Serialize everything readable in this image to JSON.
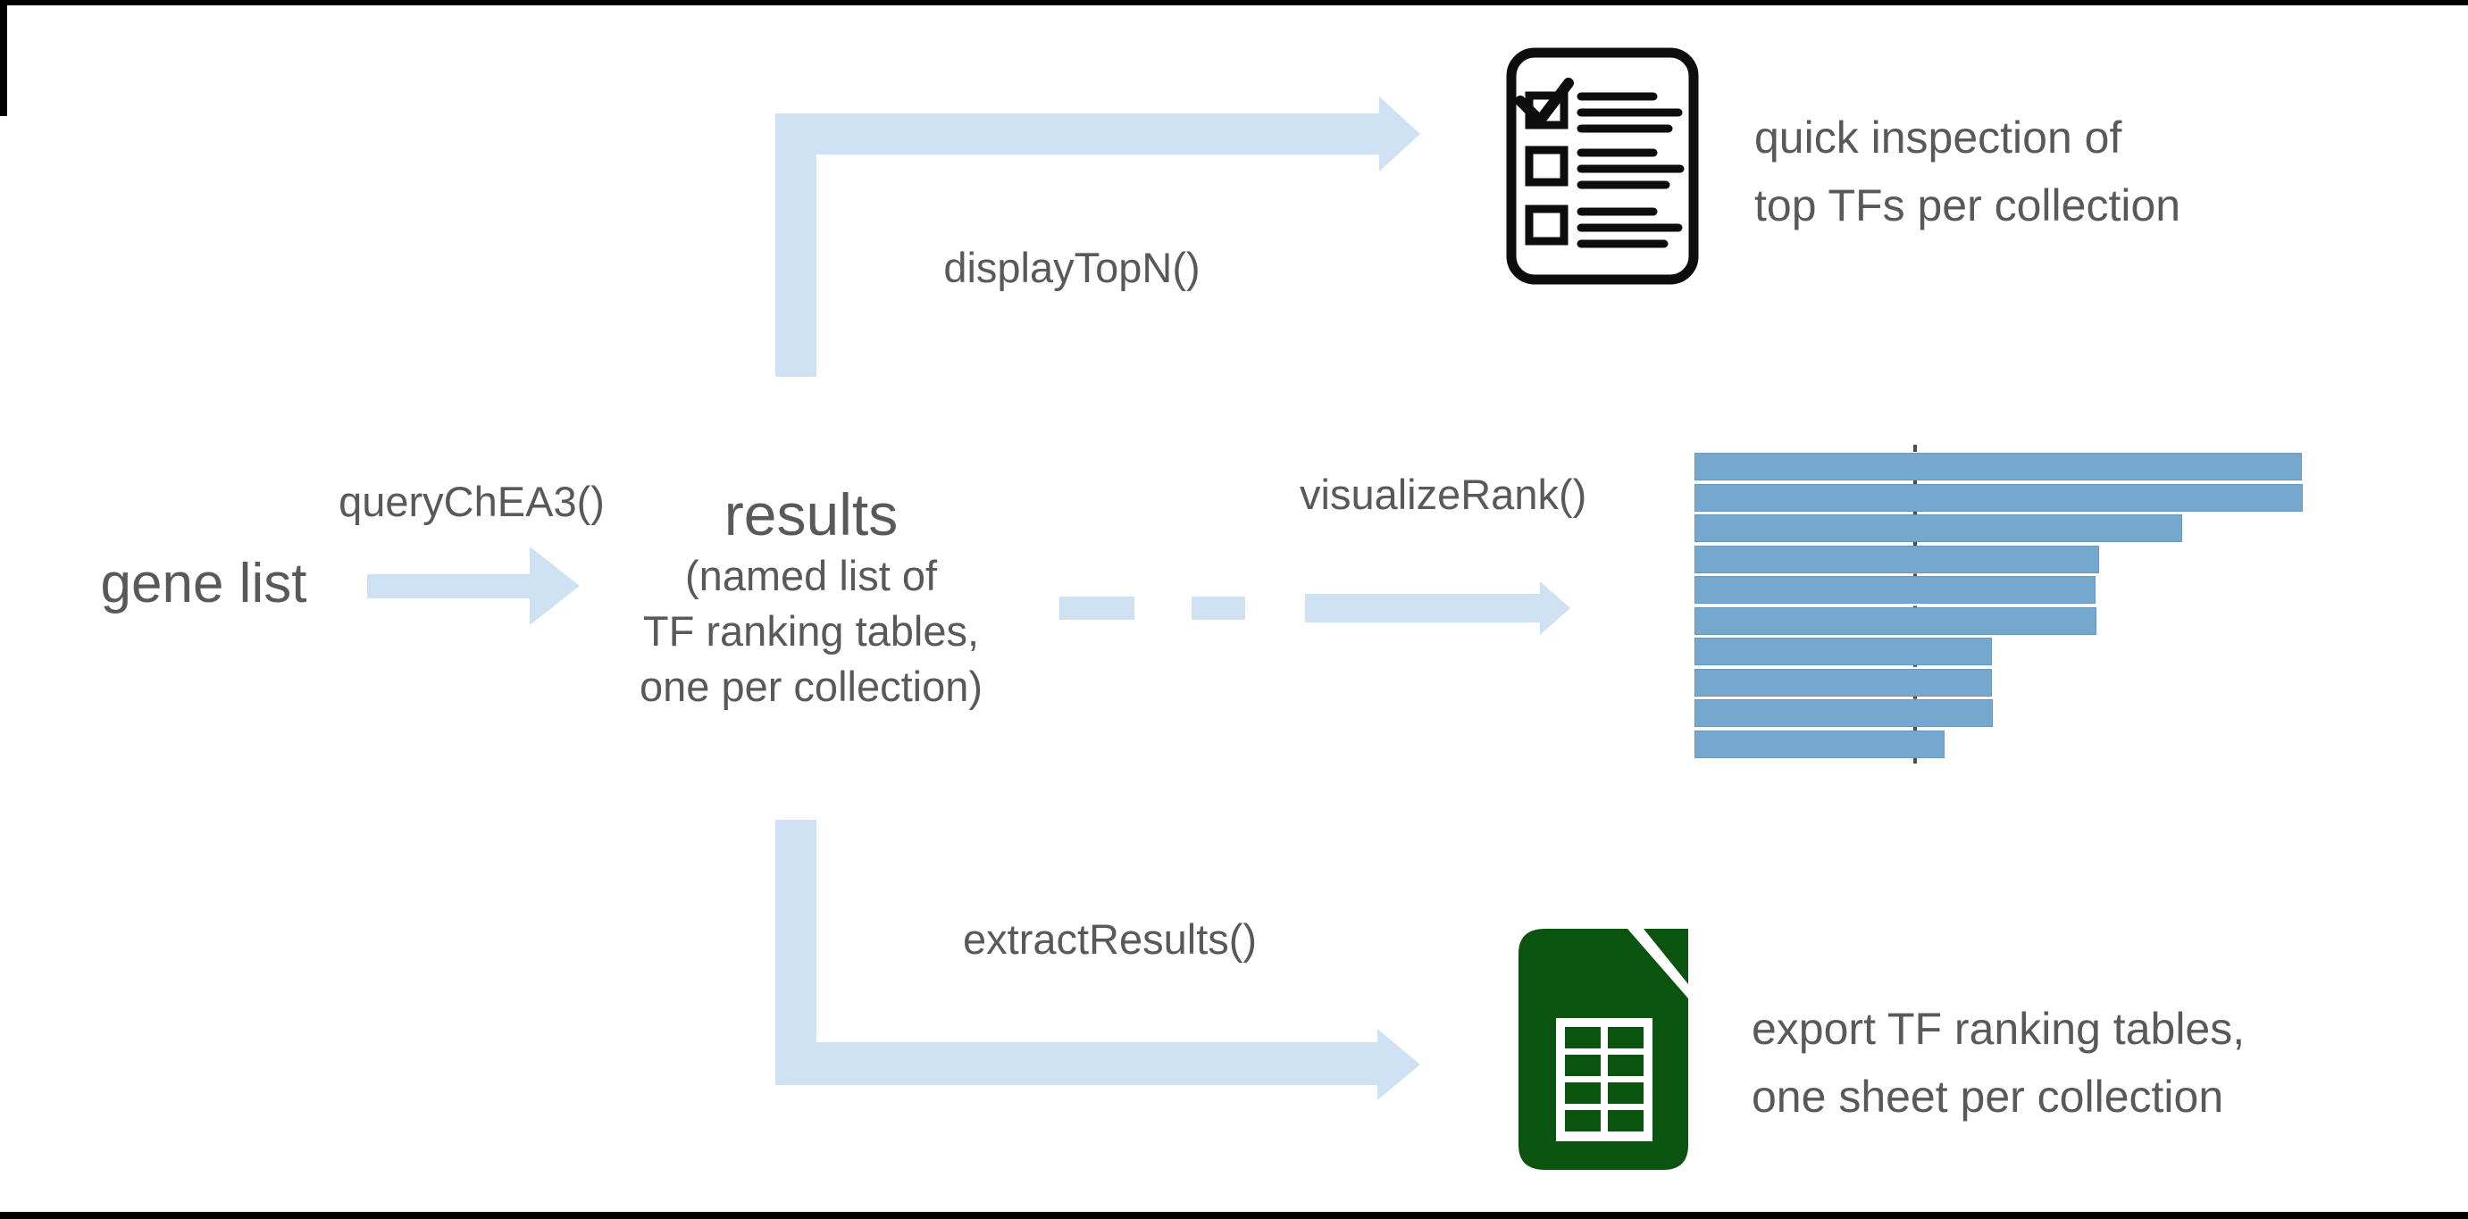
{
  "diagram": {
    "nodes": {
      "gene_list": "gene list",
      "results_title": "results",
      "results_sub1": "(named list of",
      "results_sub2": "TF ranking tables,",
      "results_sub3": "one per collection)"
    },
    "functions": {
      "query": "queryChEA3()",
      "display_topn": "displayTopN()",
      "visualize_rank": "visualizeRank()",
      "extract_results": "extractResults()"
    },
    "captions": {
      "inspect_line1": "quick inspection of",
      "inspect_line2": "top TFs per collection",
      "export_line1": "export TF ranking tables,",
      "export_line2": "one sheet per collection"
    },
    "icons": {
      "checklist": "checklist-icon",
      "spreadsheet": "spreadsheet-icon"
    },
    "colors": {
      "arrow_blue": "#cfe2f3",
      "bar_blue": "#75a8cf",
      "text_gray": "#595959",
      "icon_black": "#0d0d0d",
      "sheet_green": "#0a5410",
      "reference_line_gray": "#4d4d4d"
    }
  },
  "chart_data": {
    "type": "bar",
    "orientation": "horizontal",
    "title": "",
    "xlabel": "",
    "ylabel": "",
    "values": [
      0.999,
      1.0,
      0.802,
      0.665,
      0.659,
      0.661,
      0.489,
      0.489,
      0.49,
      0.411
    ],
    "reference_line": 0.36,
    "bar_color": "#75a8cf",
    "grid": false,
    "legend": false
  }
}
